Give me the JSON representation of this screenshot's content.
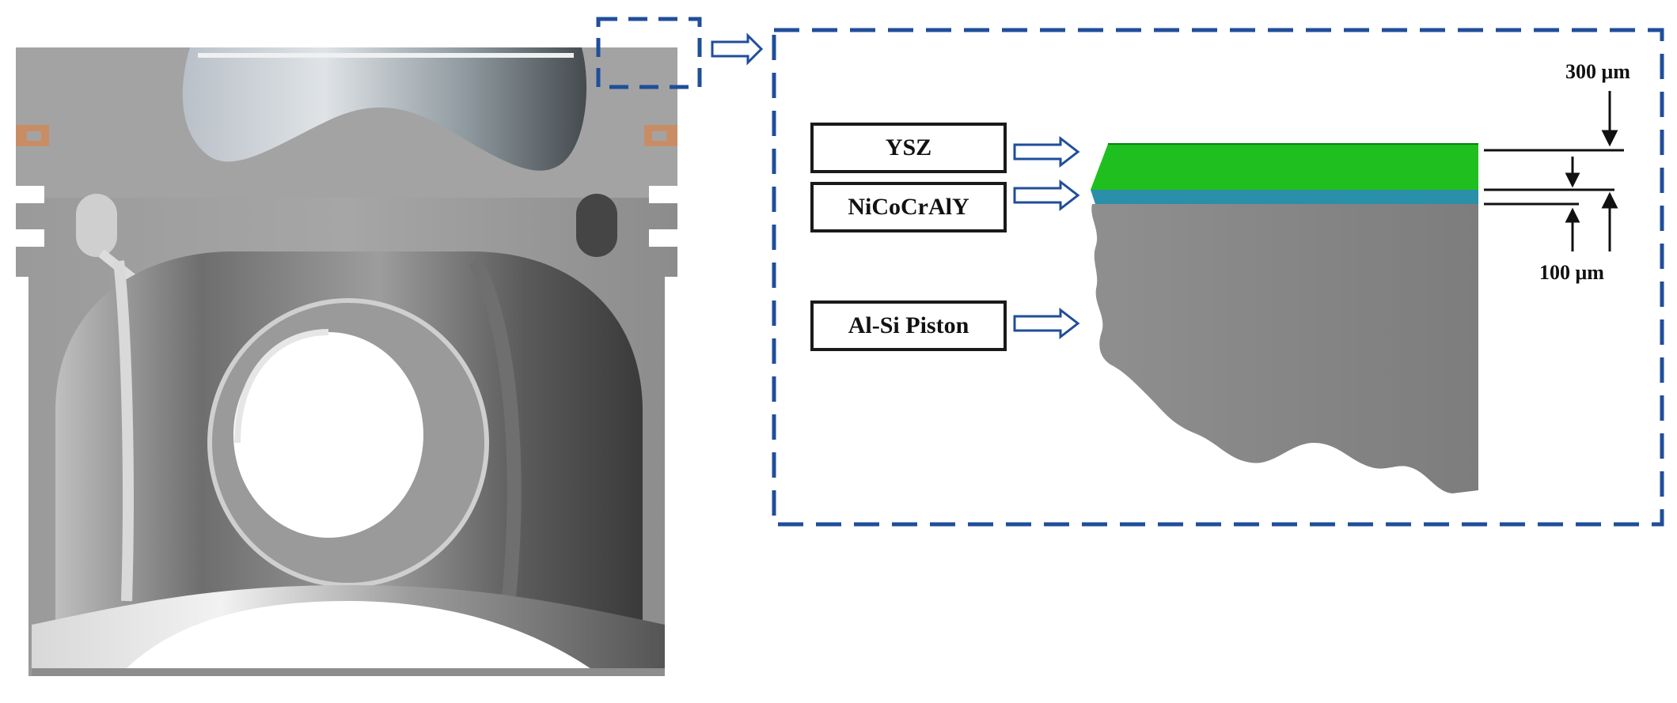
{
  "layers": {
    "ysz_label": "YSZ",
    "nicocraly_label": "NiCoCrAlY",
    "piston_label": "Al-Si Piston"
  },
  "dimensions": {
    "top_coat": "300 μm",
    "bond_coat": "100 μm"
  },
  "colors": {
    "ysz": "#1fbf1f",
    "nicocraly": "#2a8fa8",
    "piston": "#8a8a8a",
    "frame": "#1f4e9a"
  }
}
